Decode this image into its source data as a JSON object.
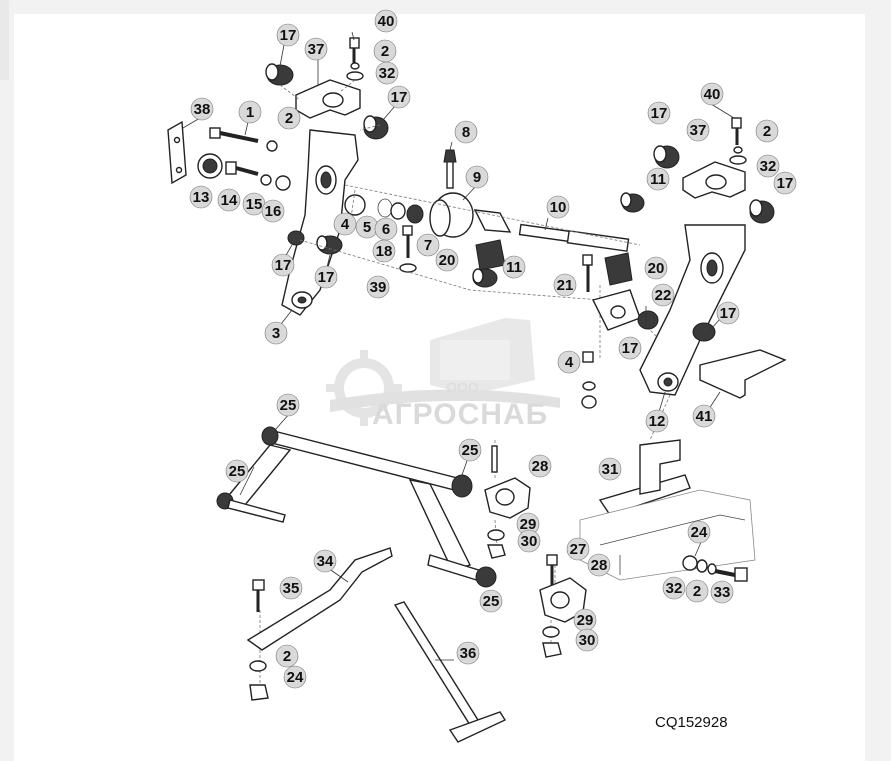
{
  "diagram": {
    "drawing_code": "CQ152928",
    "watermark": {
      "company": "ООО",
      "name": "АГРОСНАБ"
    },
    "callouts": [
      {
        "id": "c40a",
        "num": "40"
      },
      {
        "id": "c17a",
        "num": "17"
      },
      {
        "id": "c2a",
        "num": "2"
      },
      {
        "id": "c37a",
        "num": "37"
      },
      {
        "id": "c32a",
        "num": "32"
      },
      {
        "id": "c17b",
        "num": "17"
      },
      {
        "id": "c38",
        "num": "38"
      },
      {
        "id": "c1",
        "num": "1"
      },
      {
        "id": "c2b",
        "num": "2"
      },
      {
        "id": "c8",
        "num": "8"
      },
      {
        "id": "c13",
        "num": "13"
      },
      {
        "id": "c14",
        "num": "14"
      },
      {
        "id": "c15",
        "num": "15"
      },
      {
        "id": "c16",
        "num": "16"
      },
      {
        "id": "c9",
        "num": "9"
      },
      {
        "id": "c4a",
        "num": "4"
      },
      {
        "id": "c5",
        "num": "5"
      },
      {
        "id": "c6",
        "num": "6"
      },
      {
        "id": "c7",
        "num": "7"
      },
      {
        "id": "c10",
        "num": "10"
      },
      {
        "id": "c18",
        "num": "18"
      },
      {
        "id": "c17c",
        "num": "17"
      },
      {
        "id": "c17d",
        "num": "17"
      },
      {
        "id": "c20a",
        "num": "20"
      },
      {
        "id": "c11a",
        "num": "11"
      },
      {
        "id": "c39",
        "num": "39"
      },
      {
        "id": "c3",
        "num": "3"
      },
      {
        "id": "c40b",
        "num": "40"
      },
      {
        "id": "c17e",
        "num": "17"
      },
      {
        "id": "c2c",
        "num": "2"
      },
      {
        "id": "c37b",
        "num": "37"
      },
      {
        "id": "c32b",
        "num": "32"
      },
      {
        "id": "c11b",
        "num": "11"
      },
      {
        "id": "c17f",
        "num": "17"
      },
      {
        "id": "c21",
        "num": "21"
      },
      {
        "id": "c20b",
        "num": "20"
      },
      {
        "id": "c22",
        "num": "22"
      },
      {
        "id": "c17g",
        "num": "17"
      },
      {
        "id": "c17h",
        "num": "17"
      },
      {
        "id": "c4b",
        "num": "4"
      },
      {
        "id": "c12",
        "num": "12"
      },
      {
        "id": "c41",
        "num": "41"
      },
      {
        "id": "c25a",
        "num": "25"
      },
      {
        "id": "c25b",
        "num": "25"
      },
      {
        "id": "c25c",
        "num": "25"
      },
      {
        "id": "c28a",
        "num": "28"
      },
      {
        "id": "c31",
        "num": "31"
      },
      {
        "id": "c29a",
        "num": "29"
      },
      {
        "id": "c30a",
        "num": "30"
      },
      {
        "id": "c24a",
        "num": "24"
      },
      {
        "id": "c27",
        "num": "27"
      },
      {
        "id": "c28b",
        "num": "28"
      },
      {
        "id": "c32c",
        "num": "32"
      },
      {
        "id": "c2d",
        "num": "2"
      },
      {
        "id": "c33",
        "num": "33"
      },
      {
        "id": "c34",
        "num": "34"
      },
      {
        "id": "c35",
        "num": "35"
      },
      {
        "id": "c25d",
        "num": "25"
      },
      {
        "id": "c29b",
        "num": "29"
      },
      {
        "id": "c30b",
        "num": "30"
      },
      {
        "id": "c36",
        "num": "36"
      },
      {
        "id": "c2e",
        "num": "2"
      },
      {
        "id": "c24b",
        "num": "24"
      }
    ]
  }
}
